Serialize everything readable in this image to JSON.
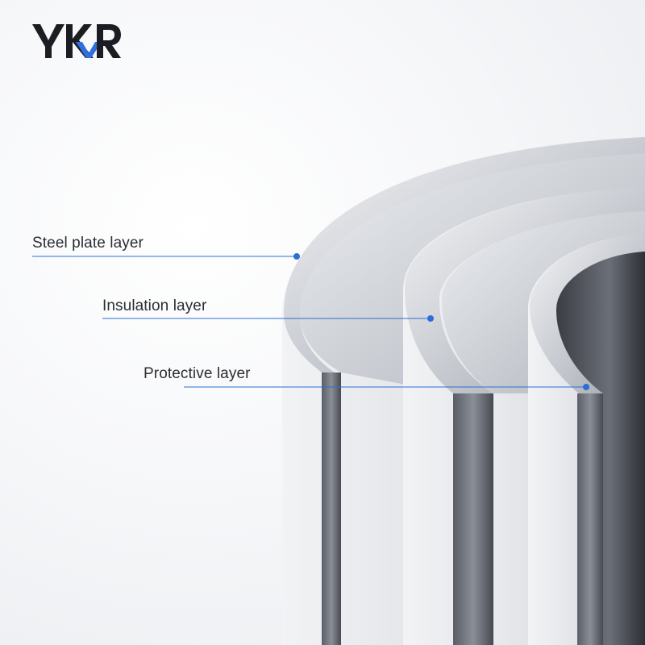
{
  "brand": {
    "logo_text": "YKR",
    "logo_dark_color": "#1c1d22",
    "logo_accent_color": "#2f6fe0"
  },
  "callouts": [
    {
      "label": "Steel plate layer"
    },
    {
      "label": "Insulation layer"
    },
    {
      "label": "Protective layer"
    }
  ],
  "colors": {
    "leader_line": "#2a6fd6",
    "marker_dot": "#2a6fd6",
    "metal_light": "#e8eaee",
    "metal_mid": "#b8bcc4",
    "metal_dark": "#3e4148"
  }
}
